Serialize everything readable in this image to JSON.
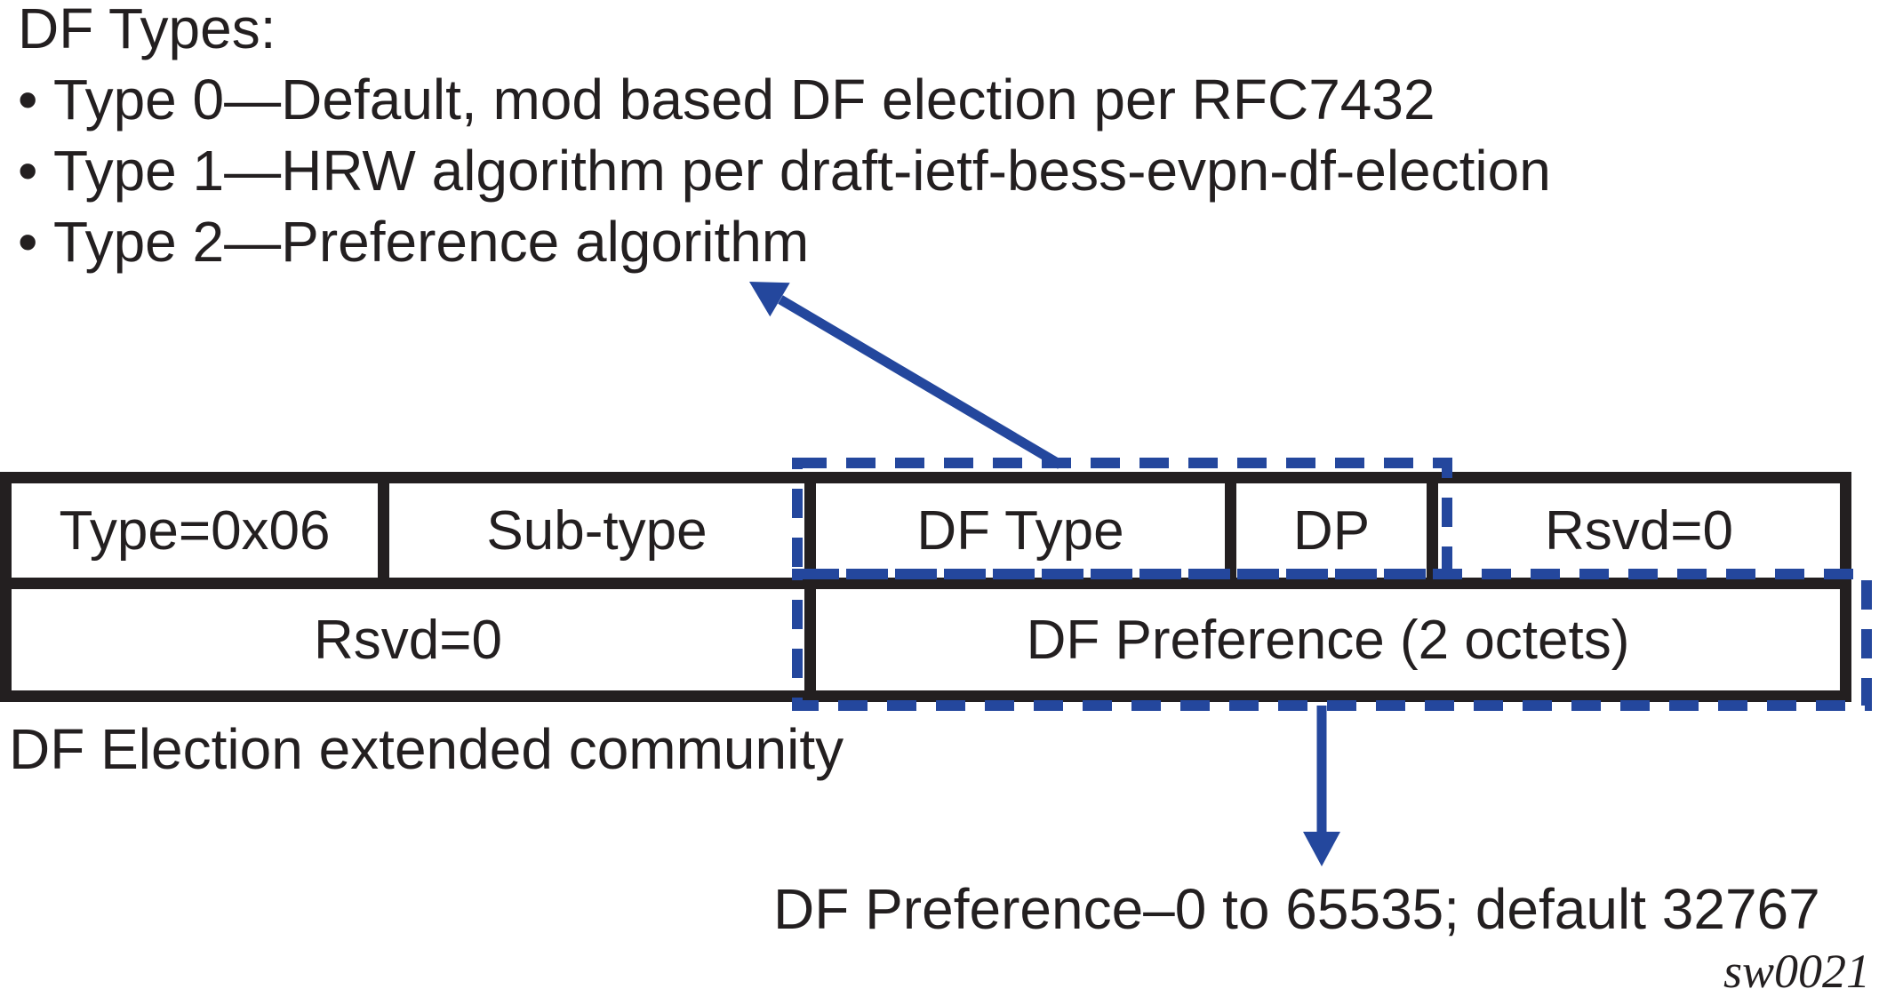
{
  "colors": {
    "ink": "#231f20",
    "accent_blue": "#24479d",
    "background": "#ffffff"
  },
  "df_types_list": {
    "title": "DF Types:",
    "bullet_glyph": "•",
    "items": [
      "Type 0—Default, mod based DF election per RFC7432",
      "Type 1—HRW algorithm per draft-ietf-bess-evpn-df-election",
      "Type 2—Preference algorithm"
    ]
  },
  "packet_diagram": {
    "row1_cells": [
      "Type=0x06",
      "Sub-type",
      "DF Type",
      "DP",
      "Rsvd=0"
    ],
    "row2_cells": [
      "Rsvd=0",
      "DF Preference (2 octets)"
    ],
    "caption": "DF Election extended community"
  },
  "annotations": {
    "df_preference_note": "DF Preference–0 to 65535; default 32767",
    "figure_code": "sw0021"
  }
}
